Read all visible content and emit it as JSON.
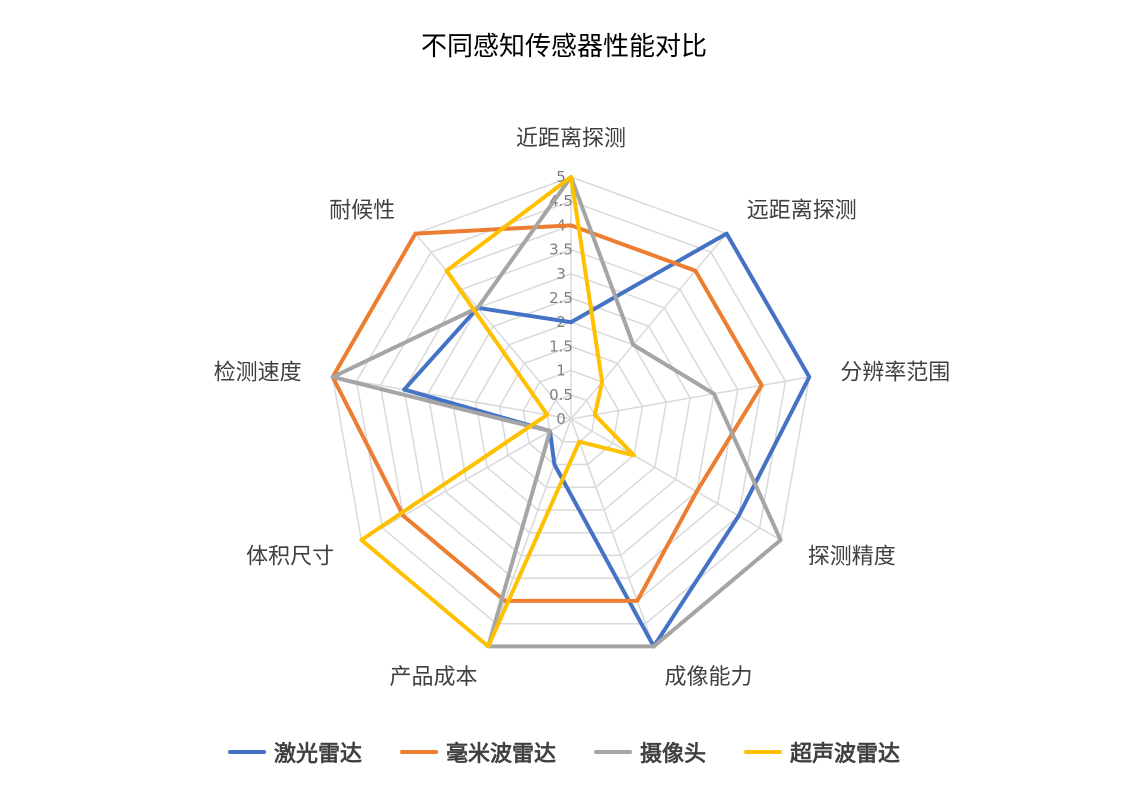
{
  "chart_data": {
    "type": "radar",
    "title": "不同感知传感器性能对比",
    "categories": [
      "近距离探测",
      "远距离探测",
      "分辨率范围",
      "探测精度",
      "成像能力",
      "产品成本",
      "体积尺寸",
      "检测速度",
      "耐候性"
    ],
    "rlim": [
      0,
      5
    ],
    "ticks": [
      "0",
      "0.5",
      "1",
      "1.5",
      "2",
      "2.5",
      "3",
      "3.5",
      "4",
      "4.5",
      "5"
    ],
    "tick_values": [
      0,
      0.5,
      1,
      1.5,
      2,
      2.5,
      3,
      3.5,
      4,
      4.5,
      5
    ],
    "grid": true,
    "legend_position": "bottom",
    "series": [
      {
        "name": "激光雷达",
        "color": "#4472C4",
        "values": [
          2,
          5,
          5,
          4,
          5,
          1,
          0.5,
          3.5,
          3
        ]
      },
      {
        "name": "毫米波雷达",
        "color": "#ED7D31",
        "values": [
          4,
          4,
          4,
          3,
          4,
          4,
          4,
          5,
          5
        ]
      },
      {
        "name": "摄像头",
        "color": "#A5A5A5",
        "values": [
          5,
          2,
          3,
          5,
          5,
          5,
          0.5,
          5,
          3
        ]
      },
      {
        "name": "超声波雷达",
        "color": "#FFC000",
        "values": [
          5,
          1,
          0.5,
          1.5,
          0.5,
          5,
          5,
          0.5,
          4
        ]
      }
    ]
  }
}
